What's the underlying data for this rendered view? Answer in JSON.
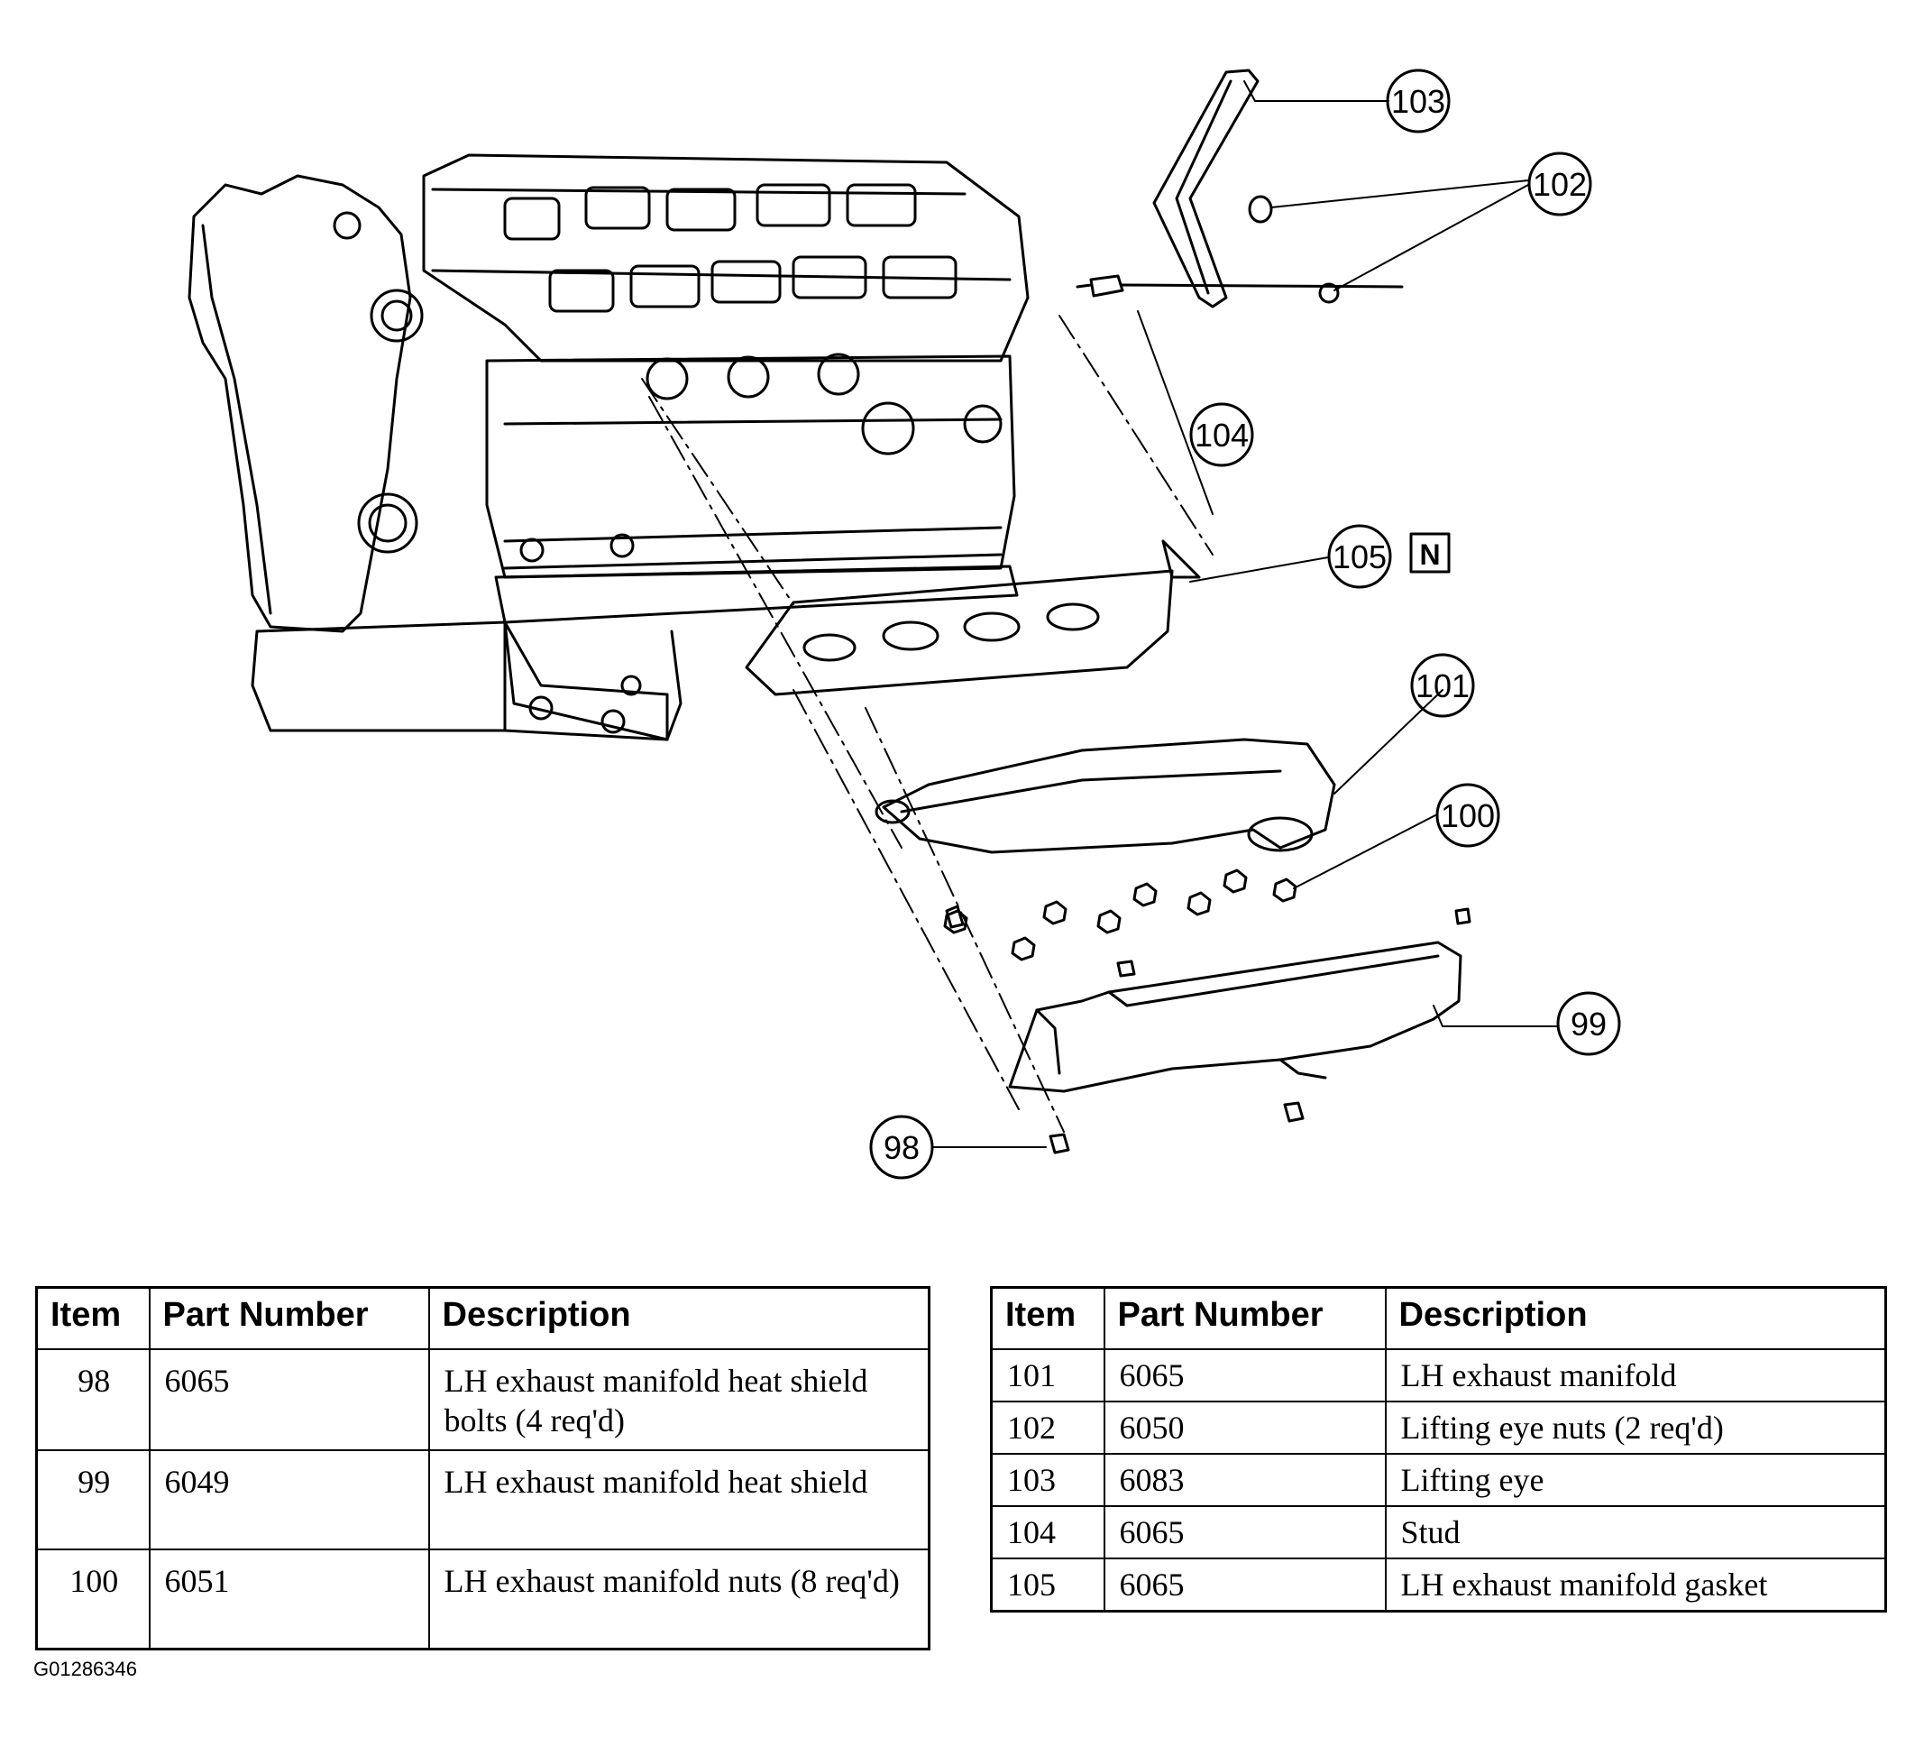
{
  "diagram": {
    "callouts": {
      "c98": "98",
      "c99": "99",
      "c100": "100",
      "c101": "101",
      "c102": "102",
      "c103": "103",
      "c104": "104",
      "c105": "105"
    },
    "new_part_marker": "N"
  },
  "table_left": {
    "headers": [
      "Item",
      "Part Number",
      "Description"
    ],
    "rows": [
      {
        "item": "98",
        "part_number": "6065",
        "description": "LH exhaust manifold heat shield bolts (4 req'd)"
      },
      {
        "item": "99",
        "part_number": "6049",
        "description": "LH exhaust manifold heat shield"
      },
      {
        "item": "100",
        "part_number": "6051",
        "description": "LH exhaust manifold nuts (8 req'd)"
      }
    ]
  },
  "table_right": {
    "headers": [
      "Item",
      "Part Number",
      "Description"
    ],
    "rows": [
      {
        "item": "101",
        "part_number": "6065",
        "description": "LH exhaust manifold"
      },
      {
        "item": "102",
        "part_number": "6050",
        "description": "Lifting eye nuts (2 req'd)"
      },
      {
        "item": "103",
        "part_number": "6083",
        "description": "Lifting eye"
      },
      {
        "item": "104",
        "part_number": "6065",
        "description": "Stud"
      },
      {
        "item": "105",
        "part_number": "6065",
        "description": "LH exhaust manifold gasket"
      }
    ]
  },
  "figure_id": "G01286346"
}
